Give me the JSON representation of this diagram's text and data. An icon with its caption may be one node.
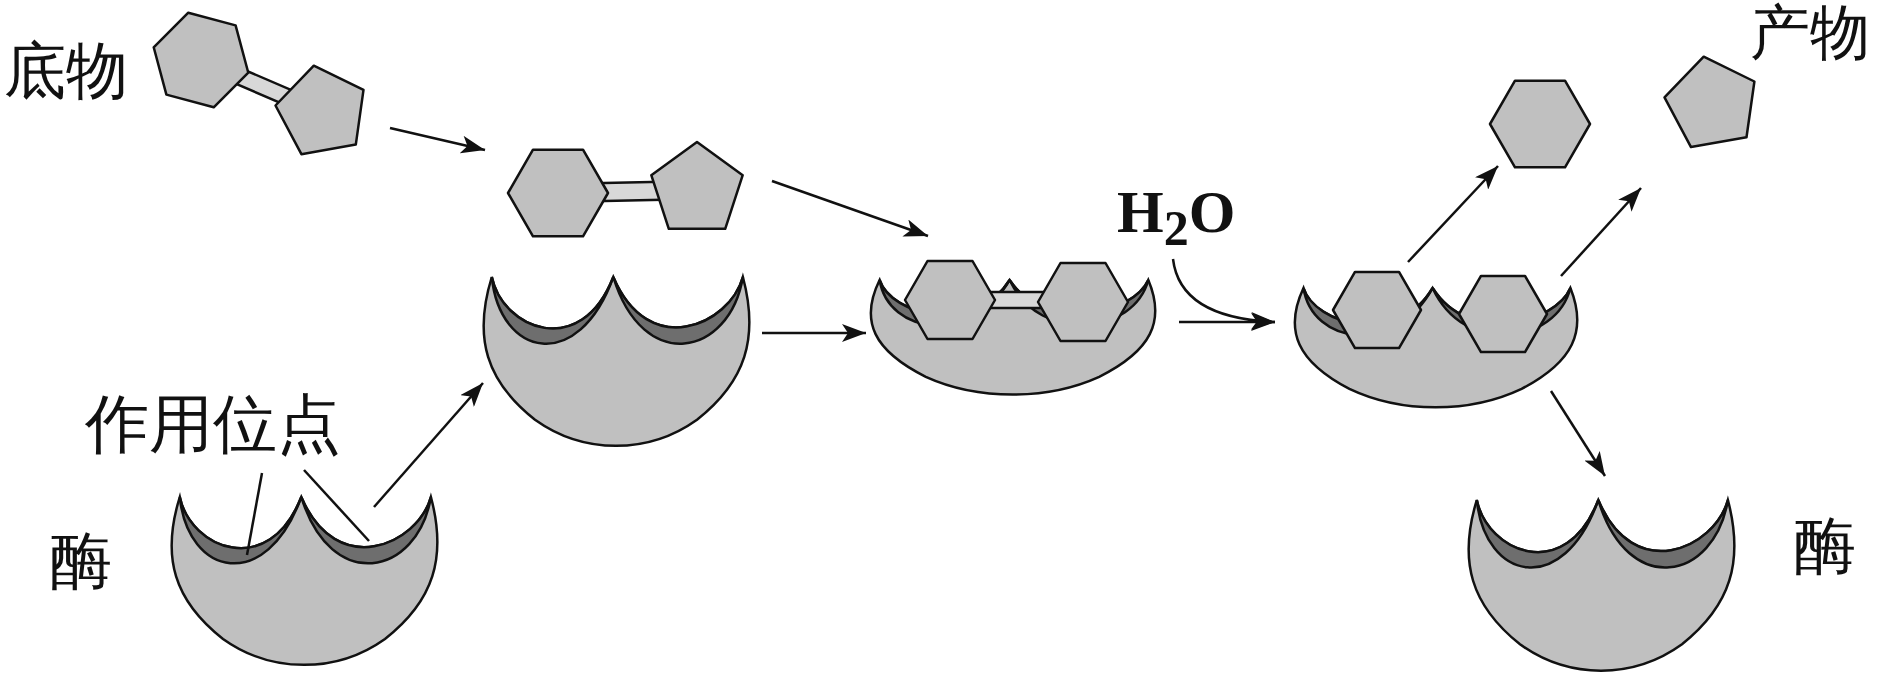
{
  "diagram": {
    "nodes": [
      {
        "text": [],
        "shape": "picture",
        "beside": [
          "底物"
        ]
      },
      {
        "text": [],
        "shape": "picture"
      },
      {
        "text": [],
        "shape": "picture",
        "beside": [
          "酶"
        ]
      },
      {
        "text": [],
        "shape": "picture"
      },
      {
        "text": [
          "作用位点"
        ]
      },
      {
        "text": [],
        "shape": "picture"
      },
      {
        "text": [
          "H$_{2}$O"
        ]
      },
      {
        "text": [],
        "shape": "picture"
      },
      {
        "text": [],
        "shape": "picture"
      },
      {
        "text": [],
        "shape": "picture"
      },
      {
        "text": [],
        "shape": "picture",
        "beside": [
          "酶"
        ]
      }
    ],
    "edges": [
      {
        "from": 0,
        "to": 1,
        "arrow": "to"
      },
      {
        "from": 1,
        "to": 5,
        "arrow": "to"
      },
      {
        "from": 2,
        "to": 3,
        "arrow": "to"
      },
      {
        "from": 3,
        "to": 5,
        "arrow": "to"
      },
      {
        "from": 4,
        "to": 2,
        "arrow": "none"
      },
      {
        "from": 4,
        "to": 2,
        "arrow": "none"
      },
      {
        "from": 5,
        "to": 7,
        "arrow": "to"
      },
      {
        "from": 6,
        "to": 7,
        "arrow": "to"
      },
      {
        "from": 7,
        "to": 8,
        "arrow": "to"
      },
      {
        "from": 7,
        "to": 9,
        "arrow": "to"
      },
      {
        "from": 7,
        "to": 10,
        "arrow": "to"
      }
    ],
    "labels": [
      "产物"
    ]
  }
}
